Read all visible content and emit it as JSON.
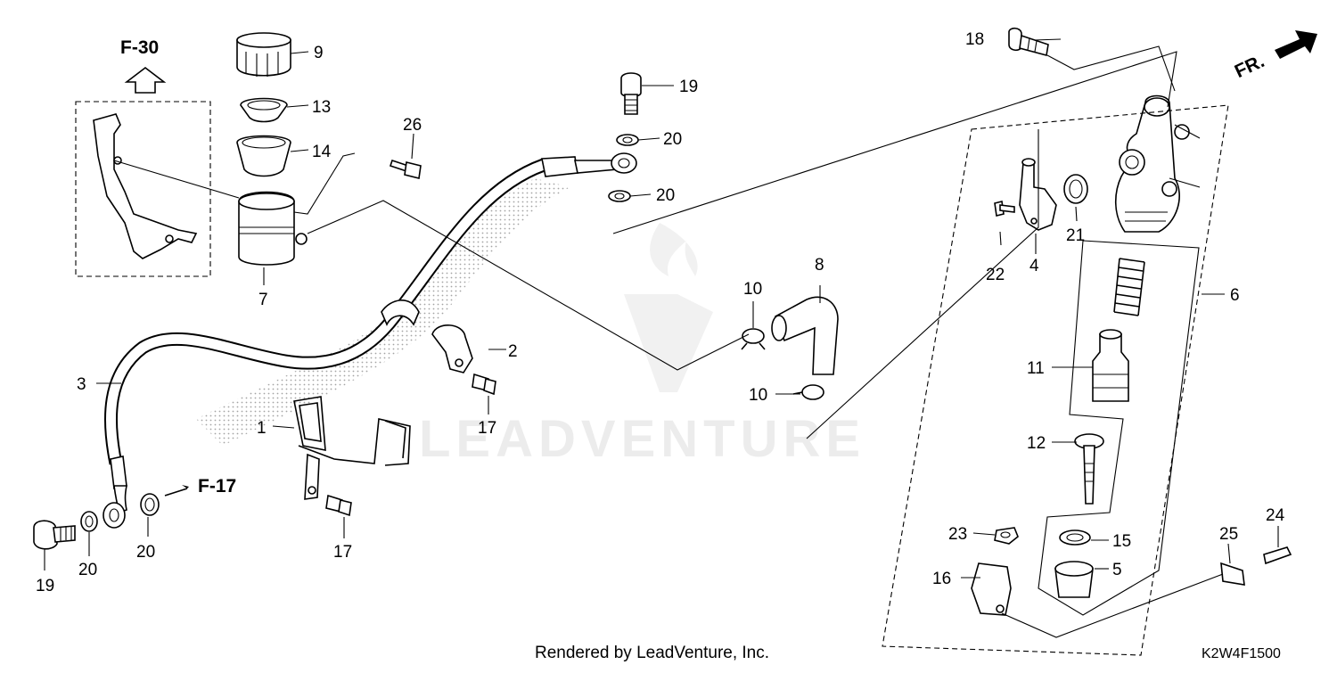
{
  "diagram": {
    "refs": {
      "f30": "F-30",
      "f17": "F-17",
      "fr": "FR."
    },
    "callouts": [
      {
        "id": "p9",
        "label": "9"
      },
      {
        "id": "p13",
        "label": "13"
      },
      {
        "id": "p14",
        "label": "14"
      },
      {
        "id": "p26",
        "label": "26"
      },
      {
        "id": "p7",
        "label": "7"
      },
      {
        "id": "p19a",
        "label": "19"
      },
      {
        "id": "p20a",
        "label": "20"
      },
      {
        "id": "p20b",
        "label": "20"
      },
      {
        "id": "p18",
        "label": "18"
      },
      {
        "id": "p21",
        "label": "21"
      },
      {
        "id": "p22",
        "label": "22"
      },
      {
        "id": "p4",
        "label": "4"
      },
      {
        "id": "p6",
        "label": "6"
      },
      {
        "id": "p8",
        "label": "8"
      },
      {
        "id": "p10a",
        "label": "10"
      },
      {
        "id": "p10b",
        "label": "10"
      },
      {
        "id": "p2",
        "label": "2"
      },
      {
        "id": "p3",
        "label": "3"
      },
      {
        "id": "p17a",
        "label": "17"
      },
      {
        "id": "p1",
        "label": "1"
      },
      {
        "id": "p17b",
        "label": "17"
      },
      {
        "id": "p11",
        "label": "11"
      },
      {
        "id": "p12",
        "label": "12"
      },
      {
        "id": "p23",
        "label": "23"
      },
      {
        "id": "p15",
        "label": "15"
      },
      {
        "id": "p25",
        "label": "25"
      },
      {
        "id": "p24",
        "label": "24"
      },
      {
        "id": "p16",
        "label": "16"
      },
      {
        "id": "p5",
        "label": "5"
      },
      {
        "id": "p19b",
        "label": "19"
      },
      {
        "id": "p20c",
        "label": "20"
      },
      {
        "id": "p20d",
        "label": "20"
      }
    ],
    "watermark": "LEADVENTURE",
    "footer": "Rendered by LeadVenture, Inc.",
    "diagram_code": "K2W4F1500"
  }
}
